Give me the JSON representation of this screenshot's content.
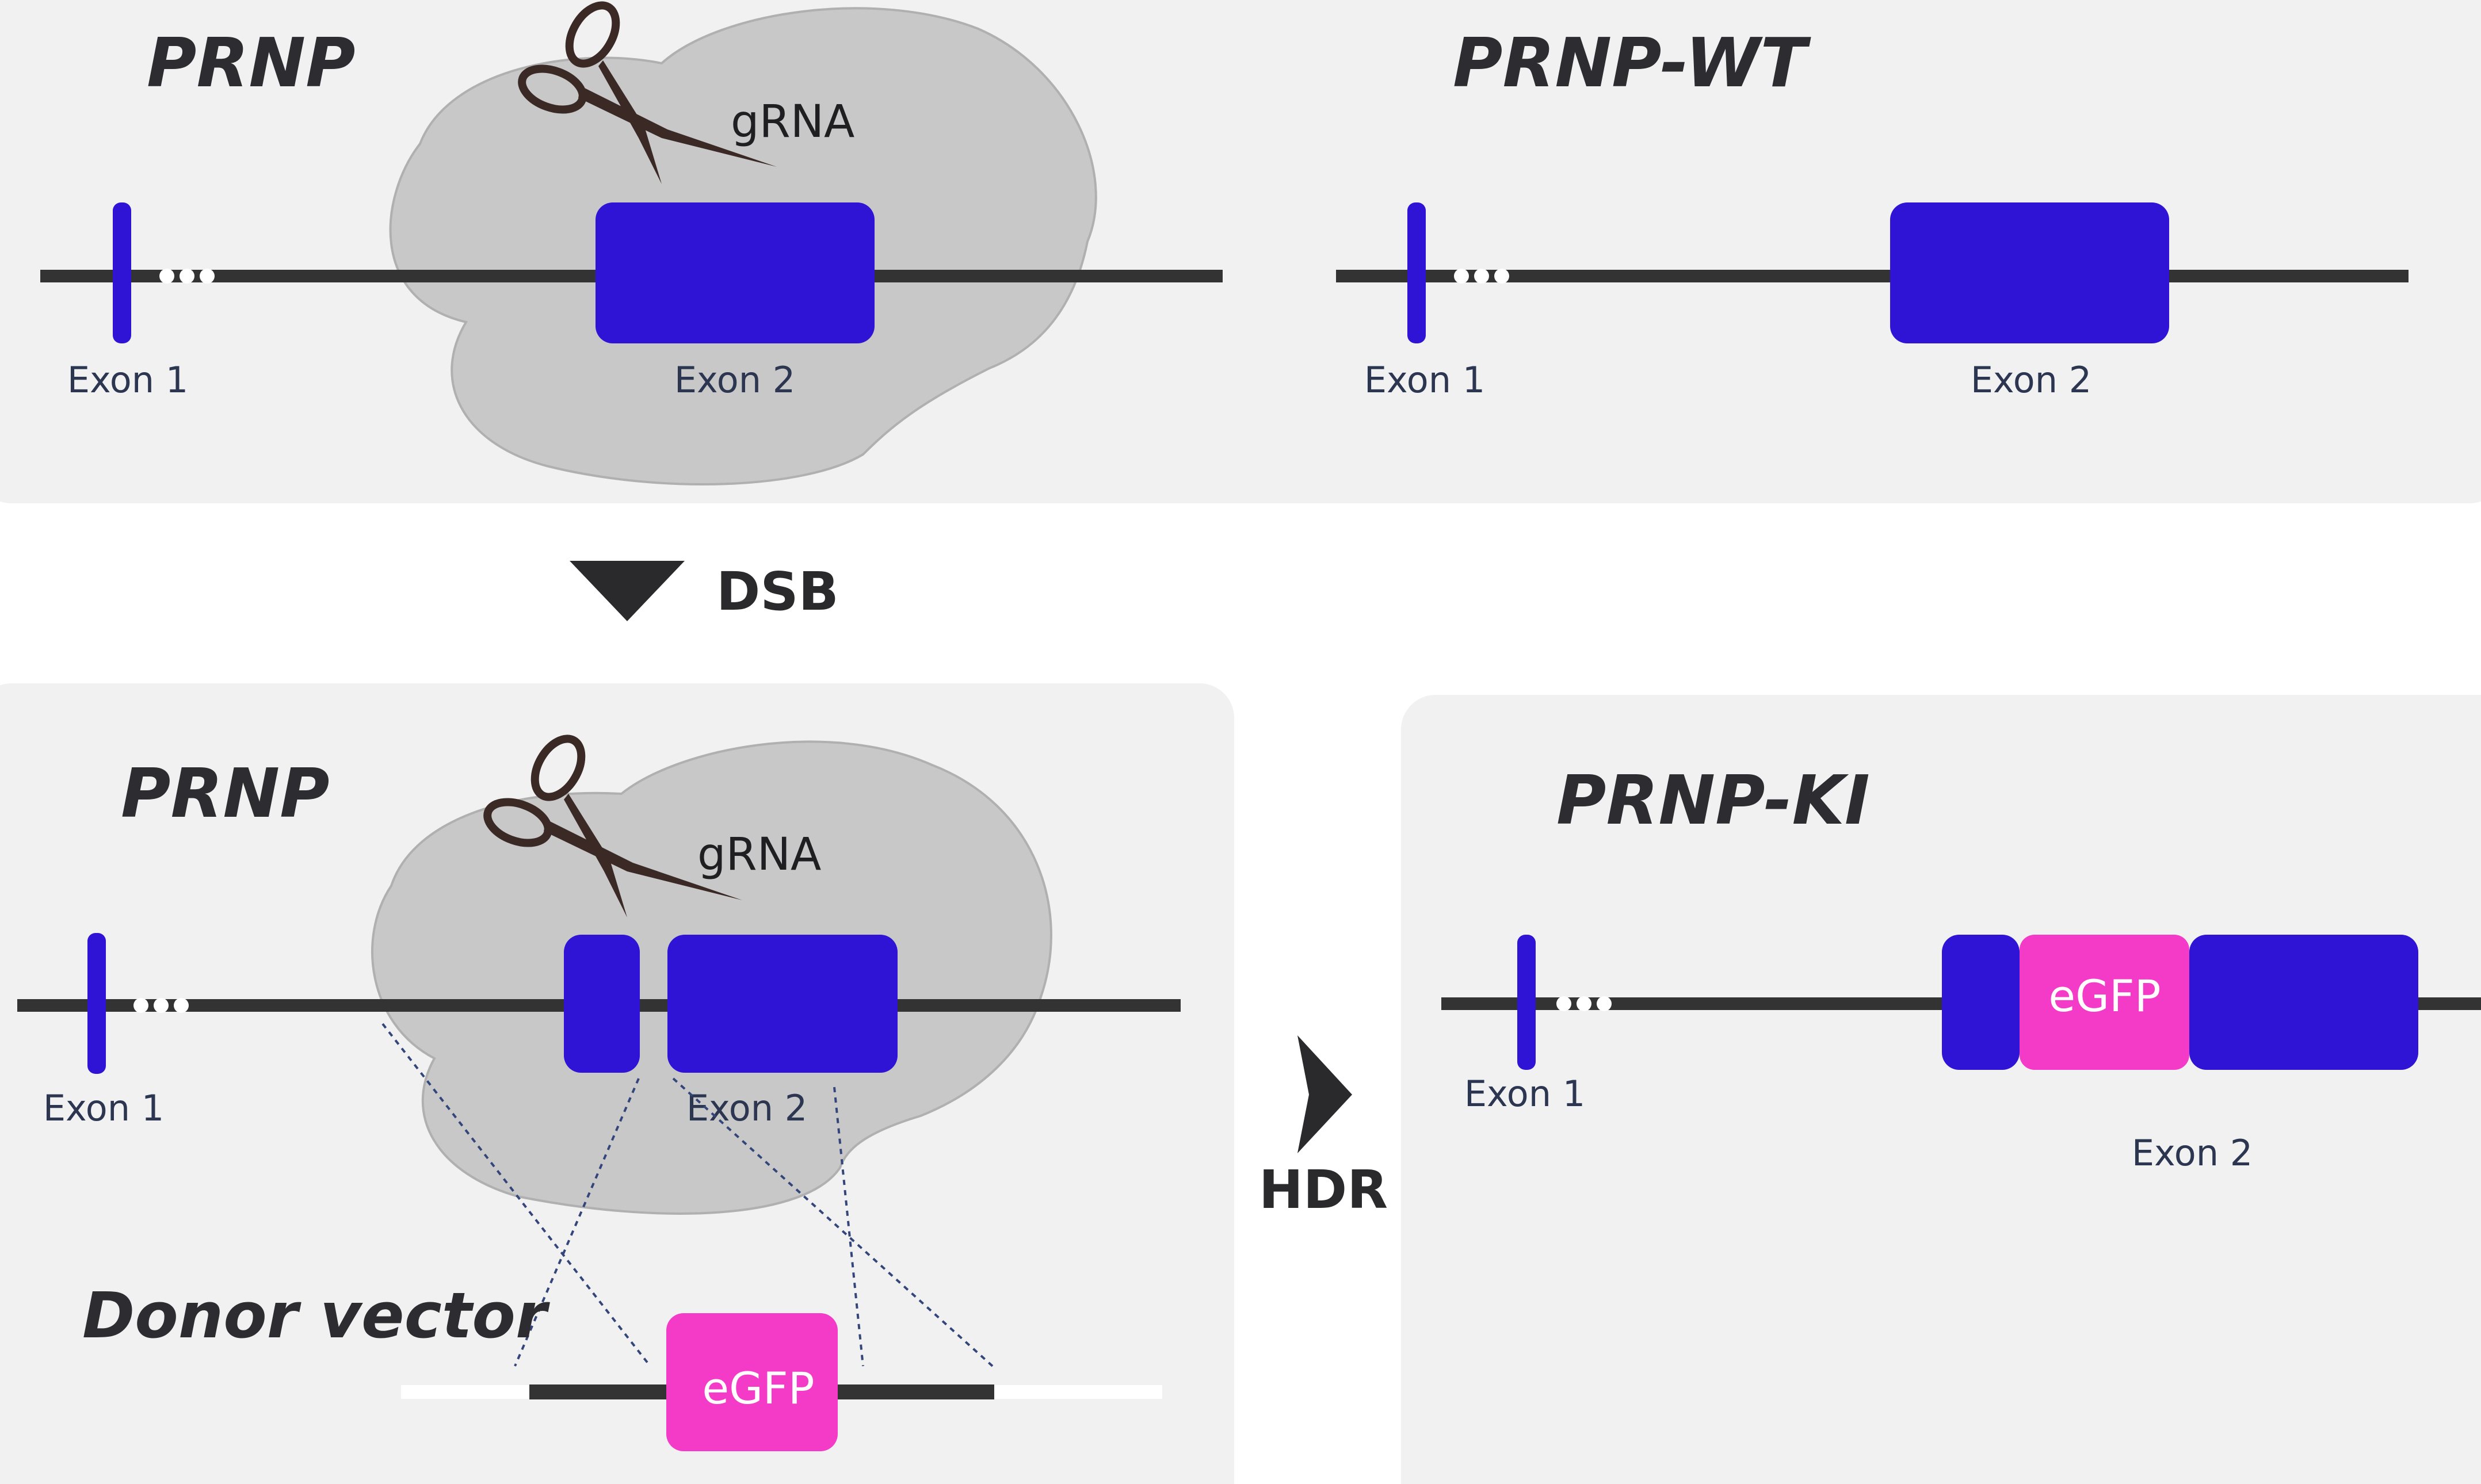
{
  "panels": {
    "top_left": {
      "gene_name": "PRNP",
      "grna_label": "gRNA",
      "exon1_label": "Exon 1",
      "exon2_label": "Exon 2"
    },
    "top_right": {
      "gene_name": "PRNP-WT",
      "exon1_label": "Exon 1",
      "exon2_label": "Exon 2"
    },
    "bottom_left": {
      "gene_name": "PRNP",
      "grna_label": "gRNA",
      "exon1_label": "Exon 1",
      "exon2_label": "Exon 2",
      "donor_label": "Donor vector",
      "egfp_label": "eGFP"
    },
    "bottom_right": {
      "gene_name": "PRNP-KI",
      "exon1_label": "Exon 1",
      "exon2_label": "Exon 2",
      "egfp_label": "eGFP"
    }
  },
  "steps": {
    "dsb_label": "DSB",
    "hdr_label": "HDR"
  },
  "colors": {
    "panel_bg": "#f1f1f2",
    "exon": "#2f14d6",
    "egfp": "#f43bc7",
    "cas9_blob": "#c8c8c9",
    "strand": "#333333",
    "scissors": "#3a2925",
    "connector": "#34457a"
  }
}
